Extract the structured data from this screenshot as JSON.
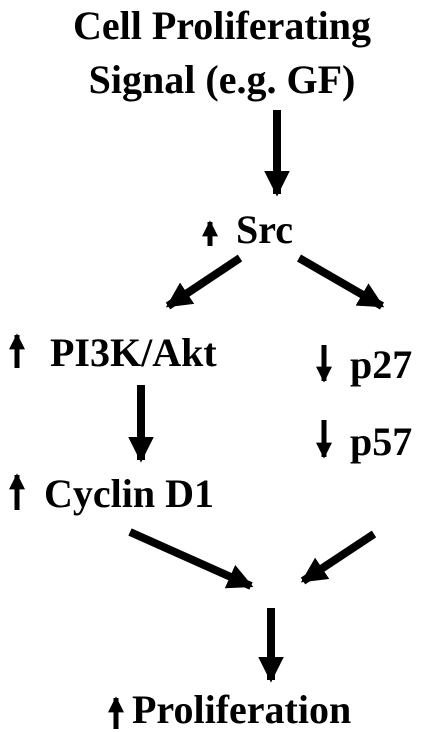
{
  "title": {
    "line1": "Cell Proliferating",
    "line2": "Signal (e.g. GF)"
  },
  "nodes": {
    "src": "Src",
    "pi3k_akt": "PI3K/Akt",
    "p27": "p27",
    "p57": "p57",
    "cyclin_d1": "Cyclin D1",
    "proliferation": "Proliferation"
  },
  "colors": {
    "ink": "#000000",
    "background": "#ffffff"
  }
}
